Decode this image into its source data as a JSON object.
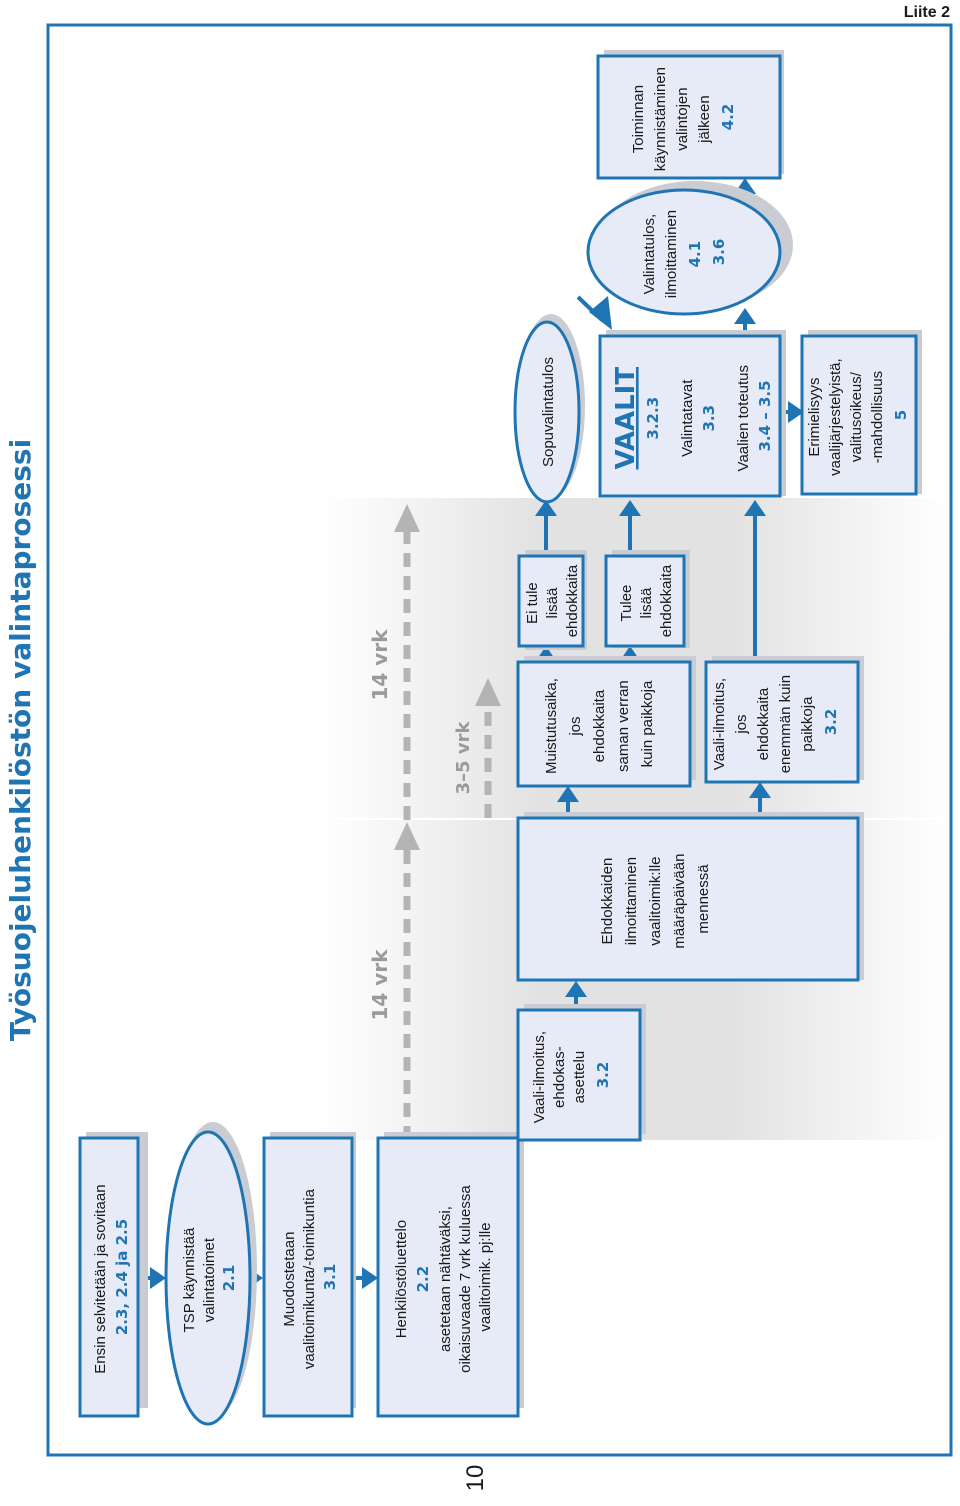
{
  "header": {
    "title": "Työsuojeluhenkilöstön valintaprosessi",
    "appendix": "Liite 2",
    "page_number": "10"
  },
  "durations": {
    "upper_left": "14 vrk",
    "upper_right": "14 vrk",
    "lower": "3–5 vrk"
  },
  "nodes": {
    "ensin": {
      "lines": [
        "Ensin selvitetään ja sovitaan"
      ],
      "ref": "2.3, 2.4 ja 2.5"
    },
    "tsp": {
      "lines": [
        "TSP käynnistää",
        "valintatoimet"
      ],
      "ref": "2.1"
    },
    "muodostetaan": {
      "lines": [
        "Muodostetaan",
        "vaalitoimikunta/-toimikuntia"
      ],
      "ref": "3.1"
    },
    "henkilosto": {
      "lines": [
        "Henkilöstöluettelo"
      ],
      "ref": "2.2",
      "extra": [
        "asetetaan nähtäväksi,",
        "oikaisuvaade 7 vrk kuluessa",
        "vaalitoimik. pj:lle"
      ]
    },
    "vaali_ilmoitus": {
      "lines": [
        "Vaali-ilmoitus,",
        "ehdokas-",
        "asettelu"
      ],
      "ref": "3.2"
    },
    "ehdokkaiden": {
      "lines": [
        "Ehdokkaiden",
        "ilmoittaminen",
        "vaalitoimik:lle",
        "määräpäivään",
        "mennessä"
      ]
    },
    "muistutusaika": {
      "lines": [
        "Muistutusaika,",
        "jos",
        "ehdokkaita",
        "saman verran",
        "kuin paikkoja"
      ]
    },
    "ei_tule": {
      "lines": [
        "Ei tule",
        "lisää",
        "ehdokkaita"
      ]
    },
    "sopuvalinta": {
      "lines": [
        "Sopuvalintatulos"
      ]
    },
    "tulee": {
      "lines": [
        "Tulee",
        "lisää",
        "ehdokkaita"
      ]
    },
    "vaalit": {
      "heading": "VAALIT",
      "ref1": "3.2.3",
      "line1": "Valintatavat",
      "ref2": "3.3",
      "line2": "Vaalien toteutus",
      "ref3": "3.4 – 3.5"
    },
    "vaali_ilmoitus2": {
      "lines": [
        "Vaali-ilmoitus,",
        "jos",
        "ehdokkaita",
        "enemmän kuin",
        "paikkoja"
      ],
      "ref": "3.2"
    },
    "erimielisyys": {
      "lines": [
        "Erimielisyys",
        "vaalijärjestelyistä,",
        "valitusoikeus/",
        "-mahdollisuus"
      ],
      "ref": "5"
    },
    "valintatulos": {
      "lines": [
        "Valintatulos,",
        "ilmoittaminen"
      ],
      "ref1": "4.1",
      "ref2": "3.6"
    },
    "toiminnan": {
      "lines": [
        "Toiminnan",
        "käynnistäminen",
        "valintojen",
        "jälkeen"
      ],
      "ref": "4.2"
    }
  },
  "colors": {
    "accent": "#1f74b4",
    "box_fill": "#e7ebf7",
    "shadow": "#c9ccd3",
    "band": "#e0e0e0",
    "dashed_arrow": "#b4b4b4"
  }
}
